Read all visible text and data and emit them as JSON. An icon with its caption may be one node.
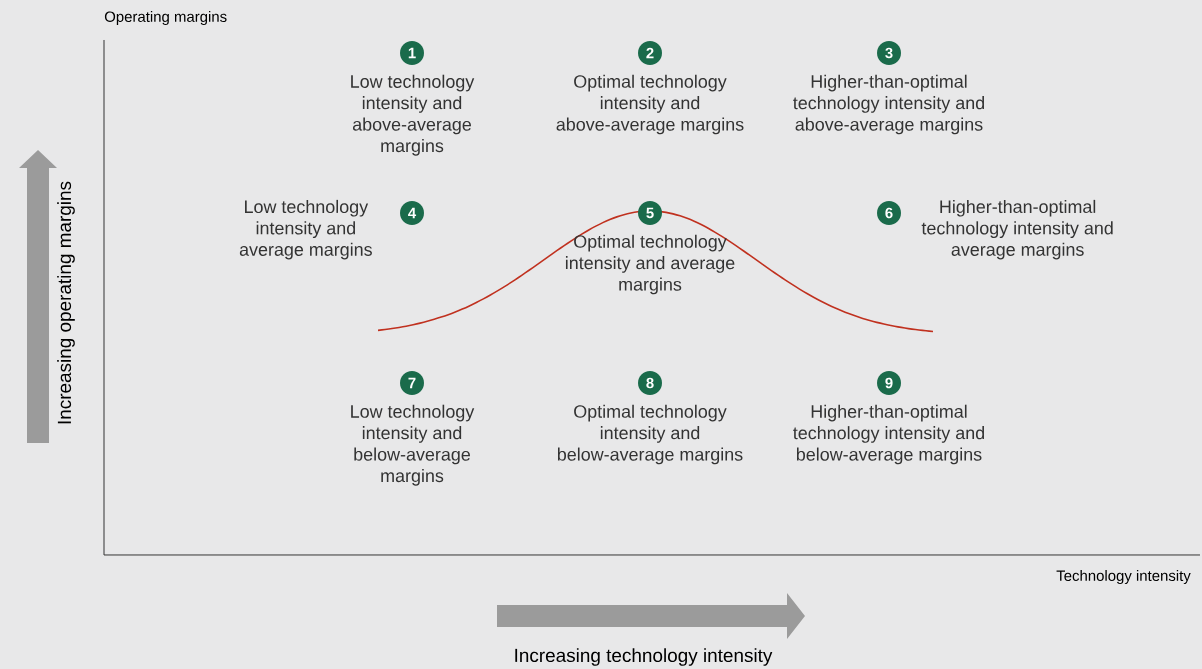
{
  "diagram": {
    "nodes": [
      {
        "text": [
          "1"
        ],
        "beside": [
          "Low technology intensity and above-average margins"
        ]
      },
      {
        "text": [
          "2"
        ],
        "beside": [
          "Optimal technology intensity and above-average margins"
        ]
      },
      {
        "text": [
          "3"
        ],
        "beside": [
          "Higher-than-optimal technology intensity and above-average margins"
        ]
      },
      {
        "text": [
          "4"
        ],
        "beside": [
          "Low technology intensity and average margins"
        ]
      },
      {
        "text": [
          "5"
        ],
        "beside": [
          "Optimal technology intensity and average margins"
        ]
      },
      {
        "text": [
          "6"
        ],
        "beside": [
          "Higher-than-optimal technology intensity and average margins"
        ]
      },
      {
        "text": [
          "7"
        ],
        "beside": [
          "Low technology intensity and below-average margins"
        ]
      },
      {
        "text": [
          "8"
        ],
        "beside": [
          "Optimal technology intensity and below-average margins"
        ]
      },
      {
        "text": [
          "9"
        ],
        "beside": [
          "Higher-than-optimal technology intensity and below-average margins"
        ]
      }
    ],
    "labels": [
      "Operating margins",
      "Increasing operating margins",
      "Technology intensity",
      "Increasing technology intensity"
    ]
  }
}
